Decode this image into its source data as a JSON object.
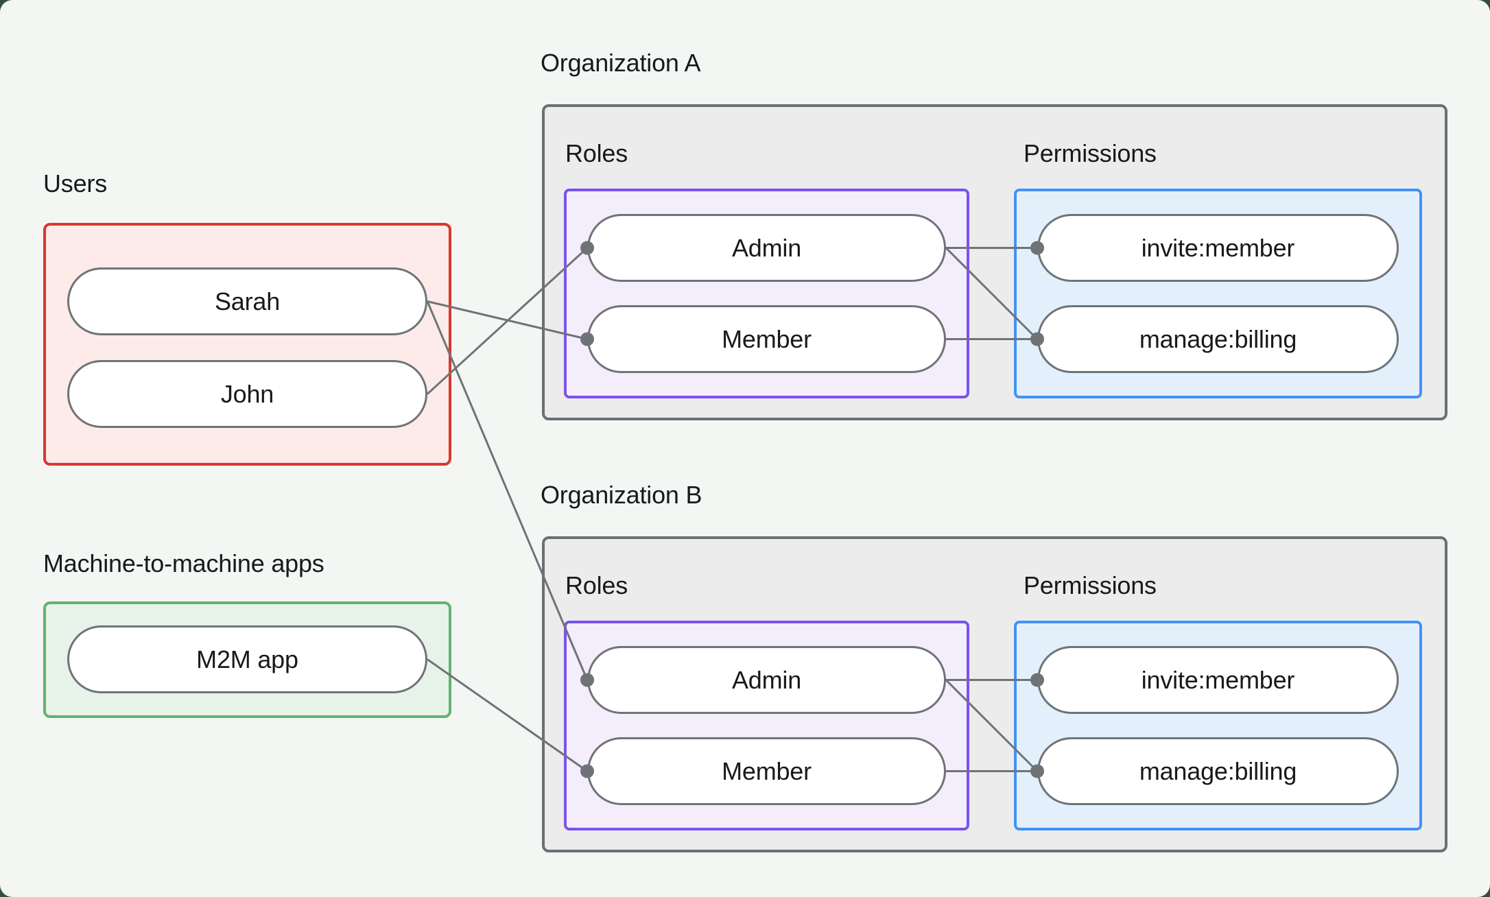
{
  "groups": {
    "users": {
      "label": "Users",
      "items": [
        {
          "id": "sarah",
          "label": "Sarah"
        },
        {
          "id": "john",
          "label": "John"
        }
      ]
    },
    "m2m": {
      "label": "Machine-to-machine apps",
      "items": [
        {
          "id": "m2m-app",
          "label": "M2M app"
        }
      ]
    }
  },
  "organizations": [
    {
      "id": "orgA",
      "title": "Organization A",
      "roles_label": "Roles",
      "permissions_label": "Permissions",
      "roles": [
        {
          "id": "orgA-admin",
          "label": "Admin"
        },
        {
          "id": "orgA-member",
          "label": "Member"
        }
      ],
      "permissions": [
        {
          "id": "orgA-invite",
          "label": "invite:member"
        },
        {
          "id": "orgA-billing",
          "label": "manage:billing"
        }
      ]
    },
    {
      "id": "orgB",
      "title": "Organization B",
      "roles_label": "Roles",
      "permissions_label": "Permissions",
      "roles": [
        {
          "id": "orgB-admin",
          "label": "Admin"
        },
        {
          "id": "orgB-member",
          "label": "Member"
        }
      ],
      "permissions": [
        {
          "id": "orgB-invite",
          "label": "invite:member"
        },
        {
          "id": "orgB-billing",
          "label": "manage:billing"
        }
      ]
    }
  ],
  "edges": [
    {
      "from": "sarah",
      "to": "orgA-member"
    },
    {
      "from": "john",
      "to": "orgA-admin"
    },
    {
      "from": "sarah",
      "to": "orgB-admin"
    },
    {
      "from": "m2m-app",
      "to": "orgB-member"
    },
    {
      "from": "orgA-admin",
      "to": "orgA-invite"
    },
    {
      "from": "orgA-admin",
      "to": "orgA-billing"
    },
    {
      "from": "orgA-member",
      "to": "orgA-billing"
    },
    {
      "from": "orgB-admin",
      "to": "orgB-invite"
    },
    {
      "from": "orgB-admin",
      "to": "orgB-billing"
    },
    {
      "from": "orgB-member",
      "to": "orgB-billing"
    }
  ],
  "connector": {
    "line_width": 3,
    "dot_radius": 10
  },
  "colors": {
    "canvas_bg": "#f4f6f4",
    "page_corner": "#32503c",
    "text": "#17191b",
    "org_box_bg": "#ececec",
    "org_box_border": "#6b7074",
    "users_box_border": "#d9382f",
    "users_box_bg": "#fcebe9",
    "m2m_box_border": "#62b371",
    "m2m_box_bg": "#e7f3e9",
    "roles_box_border": "#7a52f0",
    "roles_box_bg": "#f3edfc",
    "permissions_box_border": "#4292f7",
    "permissions_box_bg": "#e3f0fc",
    "pill_bg": "#ffffff",
    "pill_border": "#6f7377",
    "connector": "#6f7377"
  }
}
